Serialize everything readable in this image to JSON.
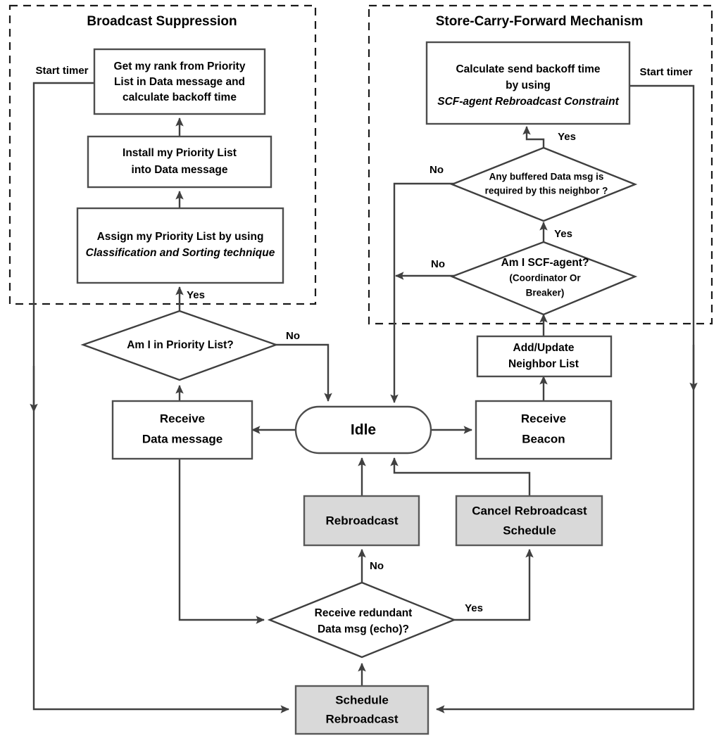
{
  "diagram": {
    "title_broadcast_suppression": "Broadcast Suppression",
    "title_scf": "Store-Carry-Forward Mechanism",
    "colors": {
      "shaded_node_fill": "#d9d9d9",
      "node_fill": "#ffffff",
      "stroke": "#404040",
      "text": "#000000"
    }
  },
  "nodes": {
    "get_my_rank": {
      "line1": "Get my rank from Priority",
      "line2": "List in Data message and",
      "line3": "calculate backoff time"
    },
    "install_priority_list": {
      "line1": "Install my Priority List",
      "line2": "into Data message"
    },
    "assign_priority_list": {
      "line1": "Assign my Priority List by using",
      "line2": "Classification and Sorting technique"
    },
    "am_i_in_priority_list": {
      "line1": "Am I in Priority List?"
    },
    "receive_data_message": {
      "line1": "Receive",
      "line2": "Data message"
    },
    "idle": {
      "line1": "Idle"
    },
    "receive_beacon": {
      "line1": "Receive",
      "line2": "Beacon"
    },
    "add_update_neighbor_list": {
      "line1": "Add/Update",
      "line2": "Neighbor List"
    },
    "am_i_scf_agent": {
      "line1": "Am I SCF-agent?",
      "line2": "(Coordinator Or",
      "line3": "Breaker)"
    },
    "any_buffered_data": {
      "line1": "Any buffered Data msg is",
      "line2": "required by this neighbor ?"
    },
    "calculate_send_backoff": {
      "line1": "Calculate send backoff time",
      "line2": "by using",
      "line3": "SCF-agent Rebroadcast Constraint"
    },
    "rebroadcast": {
      "line1": "Rebroadcast"
    },
    "cancel_rebroadcast_schedule": {
      "line1": "Cancel Rebroadcast",
      "line2": "Schedule"
    },
    "receive_redundant": {
      "line1": "Receive redundant",
      "line2": "Data msg (echo)?"
    },
    "schedule_rebroadcast": {
      "line1": "Schedule",
      "line2": "Rebroadcast"
    }
  },
  "edge_labels": {
    "start_timer_left": "Start timer",
    "start_timer_right": "Start timer",
    "yes_priority_list": "Yes",
    "no_priority_list": "No",
    "yes_buffered": "Yes",
    "no_buffered": "No",
    "yes_scf_agent": "Yes",
    "no_scf_agent": "No",
    "no_echo": "No",
    "yes_echo": "Yes"
  }
}
